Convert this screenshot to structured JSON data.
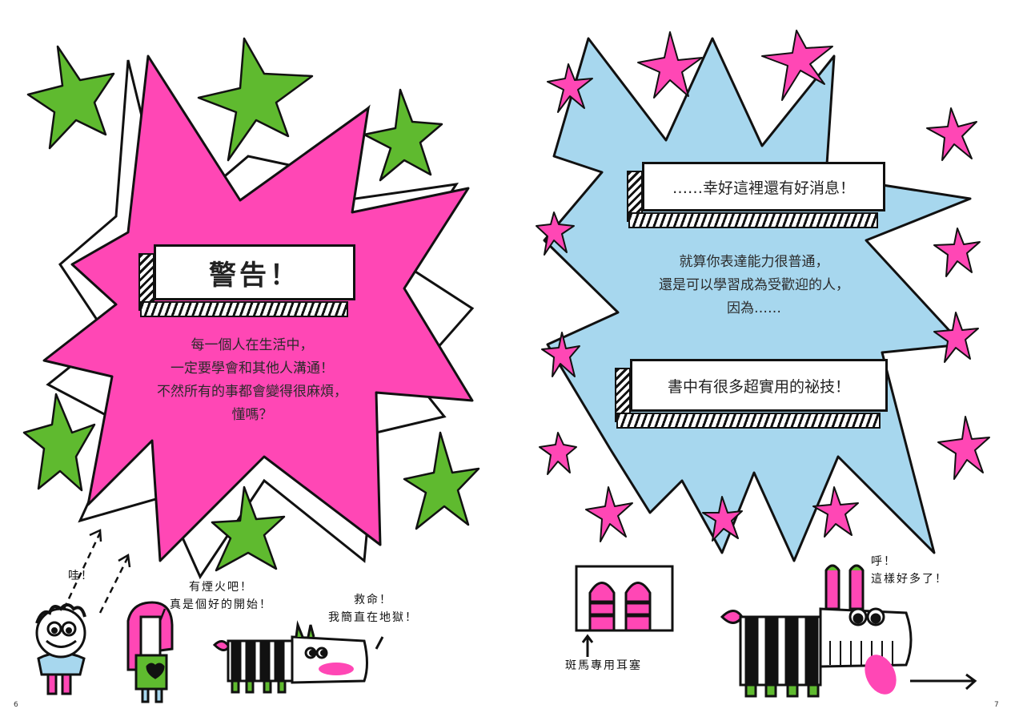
{
  "colors": {
    "pink": "#ff47b5",
    "green": "#5fba2f",
    "blue": "#a7d7ee",
    "ink": "#111111"
  },
  "left_page": {
    "page_number": "6",
    "warning_title": "警告！",
    "body_lines": [
      "每一個人在生活中，",
      "一定要學會和其他人溝通！",
      "不然所有的事都會變得很麻煩，",
      "懂嗎？"
    ],
    "captions": {
      "boy": "哇！",
      "girl_line1": "有煙火吧！",
      "girl_line2": "真是個好的開始！",
      "zebra_line1": "救命！",
      "zebra_line2": "我簡直在地獄！"
    }
  },
  "right_page": {
    "page_number": "7",
    "banner_top": "……幸好這裡還有好消息！",
    "body_lines": [
      "就算你表達能力很普通，",
      "還是可以學習成為受歡迎的人，",
      "因為……"
    ],
    "banner_bottom": "書中有很多超實用的祕技！",
    "captions": {
      "earplugs": "斑馬專用耳塞",
      "zebra_line1": "呼！",
      "zebra_line2": "這樣好多了！"
    }
  }
}
